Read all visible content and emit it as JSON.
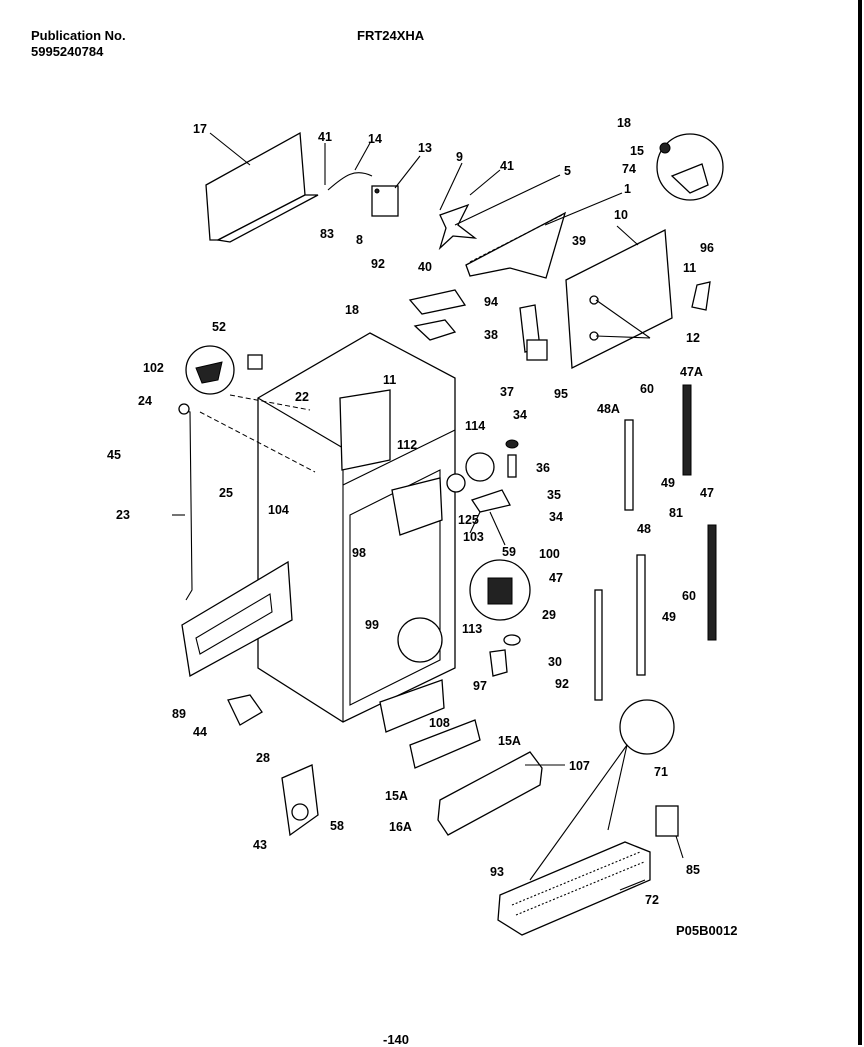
{
  "header": {
    "publication_label": "Publication No.",
    "publication_number": "5995240784",
    "model": "FRT24XHA"
  },
  "footer": {
    "figure_code": "P05B0012",
    "page_fragment": "-140"
  },
  "callouts": [
    {
      "id": "c17",
      "text": "17"
    },
    {
      "id": "c41a",
      "text": "41"
    },
    {
      "id": "c14",
      "text": "14"
    },
    {
      "id": "c13",
      "text": "13"
    },
    {
      "id": "c9",
      "text": "9"
    },
    {
      "id": "c41b",
      "text": "41"
    },
    {
      "id": "c5",
      "text": "5"
    },
    {
      "id": "c1",
      "text": "1"
    },
    {
      "id": "c18a",
      "text": "18"
    },
    {
      "id": "c15",
      "text": "15"
    },
    {
      "id": "c74",
      "text": "74"
    },
    {
      "id": "c83",
      "text": "83"
    },
    {
      "id": "c8",
      "text": "8"
    },
    {
      "id": "c10",
      "text": "10"
    },
    {
      "id": "c39",
      "text": "39"
    },
    {
      "id": "c96",
      "text": "96"
    },
    {
      "id": "c11a",
      "text": "11"
    },
    {
      "id": "c92a",
      "text": "92"
    },
    {
      "id": "c40",
      "text": "40"
    },
    {
      "id": "c94",
      "text": "94"
    },
    {
      "id": "c12",
      "text": "12"
    },
    {
      "id": "c18b",
      "text": "18"
    },
    {
      "id": "c38",
      "text": "38"
    },
    {
      "id": "c52",
      "text": "52"
    },
    {
      "id": "c102",
      "text": "102"
    },
    {
      "id": "c95",
      "text": "95"
    },
    {
      "id": "c11b",
      "text": "11"
    },
    {
      "id": "c37",
      "text": "37"
    },
    {
      "id": "c22",
      "text": "22"
    },
    {
      "id": "c24",
      "text": "24"
    },
    {
      "id": "c60a",
      "text": "60"
    },
    {
      "id": "c47A",
      "text": "47A"
    },
    {
      "id": "c48A",
      "text": "48A"
    },
    {
      "id": "c34a",
      "text": "34"
    },
    {
      "id": "c114",
      "text": "114"
    },
    {
      "id": "c112",
      "text": "112"
    },
    {
      "id": "c45",
      "text": "45"
    },
    {
      "id": "c36",
      "text": "36"
    },
    {
      "id": "c49a",
      "text": "49"
    },
    {
      "id": "c25",
      "text": "25"
    },
    {
      "id": "c35",
      "text": "35"
    },
    {
      "id": "c104",
      "text": "104"
    },
    {
      "id": "c81",
      "text": "81"
    },
    {
      "id": "c47a",
      "text": "47"
    },
    {
      "id": "c23",
      "text": "23"
    },
    {
      "id": "c125",
      "text": "125"
    },
    {
      "id": "c34b",
      "text": "34"
    },
    {
      "id": "c48",
      "text": "48"
    },
    {
      "id": "c98",
      "text": "98"
    },
    {
      "id": "c103",
      "text": "103"
    },
    {
      "id": "c59",
      "text": "59"
    },
    {
      "id": "c100",
      "text": "100"
    },
    {
      "id": "c47b",
      "text": "47"
    },
    {
      "id": "c60b",
      "text": "60"
    },
    {
      "id": "c29",
      "text": "29"
    },
    {
      "id": "c49b",
      "text": "49"
    },
    {
      "id": "c99",
      "text": "99"
    },
    {
      "id": "c113",
      "text": "113"
    },
    {
      "id": "c30",
      "text": "30"
    },
    {
      "id": "c89",
      "text": "89"
    },
    {
      "id": "c97",
      "text": "97"
    },
    {
      "id": "c92b",
      "text": "92"
    },
    {
      "id": "c44",
      "text": "44"
    },
    {
      "id": "c108",
      "text": "108"
    },
    {
      "id": "c15Aa",
      "text": "15A"
    },
    {
      "id": "c28",
      "text": "28"
    },
    {
      "id": "c107",
      "text": "107"
    },
    {
      "id": "c15Ab",
      "text": "15A"
    },
    {
      "id": "c71",
      "text": "71"
    },
    {
      "id": "c58",
      "text": "58"
    },
    {
      "id": "c16A",
      "text": "16A"
    },
    {
      "id": "c43",
      "text": "43"
    },
    {
      "id": "c85",
      "text": "85"
    },
    {
      "id": "c93",
      "text": "93"
    },
    {
      "id": "c72",
      "text": "72"
    }
  ]
}
